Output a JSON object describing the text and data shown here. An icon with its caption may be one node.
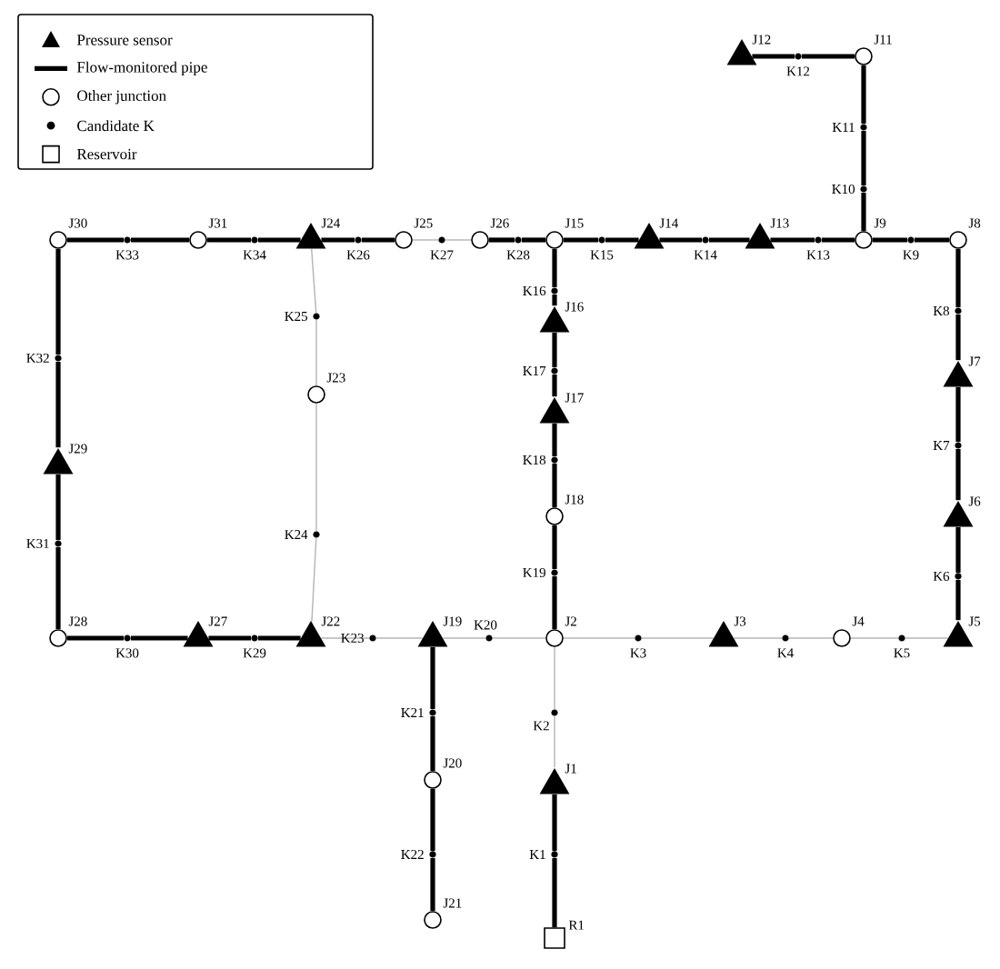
{
  "diagram": {
    "nodes": [
      {
        "text": [],
        "shape": "triangle",
        "beside": [
          "J1"
        ]
      },
      {
        "text": [],
        "shape": "circle",
        "beside": [
          "J2"
        ]
      },
      {
        "text": [],
        "shape": "triangle",
        "beside": [
          "J3"
        ]
      },
      {
        "text": [],
        "shape": "circle",
        "beside": [
          "J4"
        ]
      },
      {
        "text": [],
        "shape": "triangle",
        "beside": [
          "J5"
        ]
      },
      {
        "text": [],
        "shape": "triangle",
        "beside": [
          "J6"
        ]
      },
      {
        "text": [],
        "shape": "triangle",
        "beside": [
          "J7"
        ]
      },
      {
        "text": [],
        "shape": "circle",
        "beside": [
          "J8"
        ]
      },
      {
        "text": [],
        "shape": "circle",
        "beside": [
          "J9"
        ]
      },
      {
        "text": [],
        "shape": "circle",
        "beside": [
          "J11"
        ]
      },
      {
        "text": [],
        "shape": "triangle",
        "beside": [
          "J12"
        ]
      },
      {
        "text": [],
        "shape": "triangle",
        "beside": [
          "J13"
        ]
      },
      {
        "text": [],
        "shape": "triangle",
        "beside": [
          "J14"
        ]
      },
      {
        "text": [],
        "shape": "circle",
        "beside": [
          "J15"
        ]
      },
      {
        "text": [],
        "shape": "triangle",
        "beside": [
          "J16"
        ]
      },
      {
        "text": [],
        "shape": "triangle",
        "beside": [
          "J17"
        ]
      },
      {
        "text": [],
        "shape": "circle",
        "beside": [
          "J18"
        ]
      },
      {
        "text": [],
        "shape": "triangle",
        "beside": [
          "J19"
        ]
      },
      {
        "text": [],
        "shape": "circle",
        "beside": [
          "J20"
        ]
      },
      {
        "text": [],
        "shape": "circle",
        "beside": [
          "J21"
        ]
      },
      {
        "text": [],
        "shape": "triangle",
        "beside": [
          "J22"
        ]
      },
      {
        "text": [],
        "shape": "circle",
        "beside": [
          "J23"
        ]
      },
      {
        "text": [],
        "shape": "triangle",
        "beside": [
          "J24"
        ]
      },
      {
        "text": [],
        "shape": "circle",
        "beside": [
          "J25"
        ]
      },
      {
        "text": [],
        "shape": "circle",
        "beside": [
          "J26"
        ]
      },
      {
        "text": [],
        "shape": "triangle",
        "beside": [
          "J27"
        ]
      },
      {
        "text": [],
        "shape": "circle",
        "beside": [
          "J28"
        ]
      },
      {
        "text": [],
        "shape": "triangle",
        "beside": [
          "J29"
        ]
      },
      {
        "text": [],
        "shape": "circle",
        "beside": [
          "J30"
        ]
      },
      {
        "text": [],
        "shape": "circle",
        "beside": [
          "J31"
        ]
      },
      {
        "text": [],
        "shape": "square",
        "beside": [
          "R1"
        ]
      },
      {
        "text": [],
        "shape": "dot",
        "beside": [
          "K1"
        ]
      },
      {
        "text": [],
        "shape": "dot",
        "beside": [
          "K2"
        ]
      },
      {
        "text": [],
        "shape": "dot",
        "beside": [
          "K3"
        ]
      },
      {
        "text": [],
        "shape": "dot",
        "beside": [
          "K4"
        ]
      },
      {
        "text": [],
        "shape": "dot",
        "beside": [
          "K5"
        ]
      },
      {
        "text": [],
        "shape": "dot",
        "beside": [
          "K6"
        ]
      },
      {
        "text": [],
        "shape": "dot",
        "beside": [
          "K7"
        ]
      },
      {
        "text": [],
        "shape": "dot",
        "beside": [
          "K8"
        ]
      },
      {
        "text": [],
        "shape": "dot",
        "beside": [
          "K9"
        ]
      },
      {
        "text": [],
        "shape": "dot",
        "beside": [
          "K10"
        ]
      },
      {
        "text": [],
        "shape": "dot",
        "beside": [
          "K11"
        ]
      },
      {
        "text": [],
        "shape": "dot",
        "beside": [
          "K12"
        ]
      },
      {
        "text": [],
        "shape": "dot",
        "beside": [
          "K13"
        ]
      },
      {
        "text": [],
        "shape": "dot",
        "beside": [
          "K14"
        ]
      },
      {
        "text": [],
        "shape": "dot",
        "beside": [
          "K15"
        ]
      },
      {
        "text": [],
        "shape": "dot",
        "beside": [
          "K16"
        ]
      },
      {
        "text": [],
        "shape": "dot",
        "beside": [
          "K17"
        ]
      },
      {
        "text": [],
        "shape": "dot",
        "beside": [
          "K18"
        ]
      },
      {
        "text": [],
        "shape": "dot",
        "beside": [
          "K19"
        ]
      },
      {
        "text": [],
        "shape": "dot",
        "beside": [
          "K20"
        ]
      },
      {
        "text": [],
        "shape": "dot",
        "beside": [
          "K21"
        ]
      },
      {
        "text": [],
        "shape": "dot",
        "beside": [
          "K22"
        ]
      },
      {
        "text": [],
        "shape": "dot",
        "beside": [
          "K23"
        ]
      },
      {
        "text": [],
        "shape": "dot",
        "beside": [
          "K24"
        ]
      },
      {
        "text": [],
        "shape": "dot",
        "beside": [
          "K25"
        ]
      },
      {
        "text": [],
        "shape": "dot",
        "beside": [
          "K26"
        ]
      },
      {
        "text": [],
        "shape": "dot",
        "beside": [
          "K27"
        ]
      },
      {
        "text": [],
        "shape": "dot",
        "beside": [
          "K28"
        ]
      },
      {
        "text": [],
        "shape": "dot",
        "beside": [
          "K29"
        ]
      },
      {
        "text": [],
        "shape": "dot",
        "beside": [
          "K30"
        ]
      },
      {
        "text": [],
        "shape": "dot",
        "beside": [
          "K31"
        ]
      },
      {
        "text": [],
        "shape": "dot",
        "beside": [
          "K32"
        ]
      },
      {
        "text": [],
        "shape": "dot",
        "beside": [
          "K33"
        ]
      },
      {
        "text": [],
        "shape": "dot",
        "beside": [
          "K34"
        ]
      }
    ],
    "edges": [
      {
        "from": 28,
        "to": 63,
        "arrow": "none"
      },
      {
        "from": 63,
        "to": 29,
        "arrow": "none"
      },
      {
        "from": 29,
        "to": 64,
        "arrow": "none"
      },
      {
        "from": 64,
        "to": 22,
        "arrow": "none"
      },
      {
        "from": 22,
        "to": 56,
        "arrow": "none"
      },
      {
        "from": 56,
        "to": 23,
        "arrow": "none"
      },
      {
        "from": 24,
        "to": 58,
        "arrow": "none"
      },
      {
        "from": 58,
        "to": 13,
        "arrow": "none"
      },
      {
        "from": 13,
        "to": 45,
        "arrow": "none"
      },
      {
        "from": 45,
        "to": 12,
        "arrow": "none"
      },
      {
        "from": 12,
        "to": 44,
        "arrow": "none"
      },
      {
        "from": 44,
        "to": 11,
        "arrow": "none"
      },
      {
        "from": 11,
        "to": 43,
        "arrow": "none"
      },
      {
        "from": 43,
        "to": 8,
        "arrow": "none"
      },
      {
        "from": 8,
        "to": 39,
        "arrow": "none"
      },
      {
        "from": 39,
        "to": 7,
        "arrow": "none"
      },
      {
        "from": 10,
        "to": 42,
        "arrow": "none"
      },
      {
        "from": 42,
        "to": 9,
        "arrow": "none"
      },
      {
        "from": 9,
        "to": 41,
        "arrow": "none"
      },
      {
        "from": 41,
        "to": 40,
        "arrow": "none"
      },
      {
        "from": 40,
        "to": 8,
        "arrow": "none"
      },
      {
        "from": 13,
        "to": 46,
        "arrow": "none"
      },
      {
        "from": 46,
        "to": 14,
        "arrow": "none"
      },
      {
        "from": 14,
        "to": 47,
        "arrow": "none"
      },
      {
        "from": 47,
        "to": 15,
        "arrow": "none"
      },
      {
        "from": 15,
        "to": 48,
        "arrow": "none"
      },
      {
        "from": 48,
        "to": 16,
        "arrow": "none"
      },
      {
        "from": 16,
        "to": 49,
        "arrow": "none"
      },
      {
        "from": 49,
        "to": 1,
        "arrow": "none"
      },
      {
        "from": 7,
        "to": 38,
        "arrow": "none"
      },
      {
        "from": 38,
        "to": 6,
        "arrow": "none"
      },
      {
        "from": 6,
        "to": 37,
        "arrow": "none"
      },
      {
        "from": 37,
        "to": 5,
        "arrow": "none"
      },
      {
        "from": 5,
        "to": 36,
        "arrow": "none"
      },
      {
        "from": 36,
        "to": 4,
        "arrow": "none"
      },
      {
        "from": 28,
        "to": 62,
        "arrow": "none"
      },
      {
        "from": 62,
        "to": 27,
        "arrow": "none"
      },
      {
        "from": 27,
        "to": 61,
        "arrow": "none"
      },
      {
        "from": 61,
        "to": 26,
        "arrow": "none"
      },
      {
        "from": 26,
        "to": 60,
        "arrow": "none"
      },
      {
        "from": 60,
        "to": 25,
        "arrow": "none"
      },
      {
        "from": 25,
        "to": 59,
        "arrow": "none"
      },
      {
        "from": 59,
        "to": 20,
        "arrow": "none"
      },
      {
        "from": 17,
        "to": 51,
        "arrow": "none"
      },
      {
        "from": 51,
        "to": 18,
        "arrow": "none"
      },
      {
        "from": 18,
        "to": 52,
        "arrow": "none"
      },
      {
        "from": 52,
        "to": 19,
        "arrow": "none"
      },
      {
        "from": 30,
        "to": 31,
        "arrow": "none"
      },
      {
        "from": 31,
        "to": 0,
        "arrow": "none"
      },
      {
        "from": 23,
        "to": 57,
        "arrow": "none",
        "color": "#b4b4b4"
      },
      {
        "from": 57,
        "to": 24,
        "arrow": "none",
        "color": "#b4b4b4"
      },
      {
        "from": 22,
        "to": 55,
        "arrow": "none",
        "color": "#b4b4b4"
      },
      {
        "from": 55,
        "to": 21,
        "arrow": "none",
        "color": "#b4b4b4"
      },
      {
        "from": 21,
        "to": 54,
        "arrow": "none",
        "color": "#b4b4b4"
      },
      {
        "from": 54,
        "to": 20,
        "arrow": "none",
        "color": "#b4b4b4"
      },
      {
        "from": 20,
        "to": 53,
        "arrow": "none",
        "color": "#b4b4b4"
      },
      {
        "from": 53,
        "to": 17,
        "arrow": "none",
        "color": "#b4b4b4"
      },
      {
        "from": 17,
        "to": 50,
        "arrow": "none",
        "color": "#b4b4b4"
      },
      {
        "from": 50,
        "to": 1,
        "arrow": "none",
        "color": "#b4b4b4"
      },
      {
        "from": 1,
        "to": 33,
        "arrow": "none",
        "color": "#b4b4b4"
      },
      {
        "from": 33,
        "to": 2,
        "arrow": "none",
        "color": "#b4b4b4"
      },
      {
        "from": 2,
        "to": 34,
        "arrow": "none",
        "color": "#b4b4b4"
      },
      {
        "from": 34,
        "to": 3,
        "arrow": "none",
        "color": "#b4b4b4"
      },
      {
        "from": 3,
        "to": 35,
        "arrow": "none",
        "color": "#b4b4b4"
      },
      {
        "from": 35,
        "to": 4,
        "arrow": "none",
        "color": "#b4b4b4"
      },
      {
        "from": 1,
        "to": 32,
        "arrow": "none",
        "color": "#b4b4b4"
      },
      {
        "from": 32,
        "to": 0,
        "arrow": "none",
        "color": "#b4b4b4"
      }
    ],
    "legend": [
      {
        "text": "Pressure sensor"
      },
      {
        "text": "Flow-monitored pipe"
      },
      {
        "text": "Other junction"
      },
      {
        "text": "Candidate K"
      },
      {
        "text": "Reservoir"
      }
    ]
  }
}
